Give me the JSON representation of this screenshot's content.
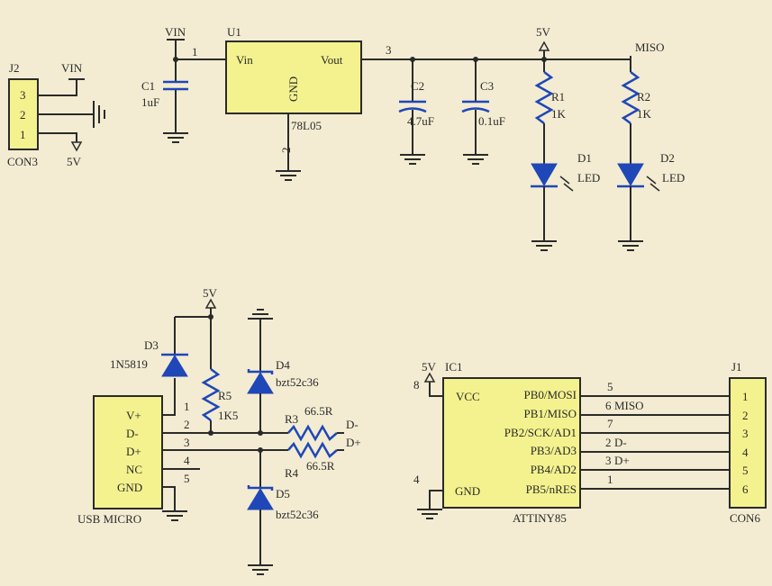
{
  "colors": {
    "background": "#f3ecd2",
    "wire": "#2a2a2a",
    "component": "#1f47b8",
    "ic_fill": "#f4f28e"
  },
  "labels": {
    "vin": "VIN",
    "five_v": "5V",
    "miso": "MISO",
    "d_minus": "D-",
    "d_plus": "D+"
  },
  "j2": {
    "ref": "J2",
    "name": "CON3",
    "pins": [
      "3",
      "2",
      "1"
    ]
  },
  "c1": {
    "ref": "C1",
    "value": "1uF"
  },
  "u1": {
    "ref": "U1",
    "part": "78L05",
    "vin_pin": "Vin",
    "vout_pin": "Vout",
    "gnd_pin": "GND",
    "pin_in": "1",
    "pin_out": "3",
    "pin_gnd": "2"
  },
  "c2": {
    "ref": "C2",
    "value": "4.7uF"
  },
  "c3": {
    "ref": "C3",
    "value": "0.1uF"
  },
  "r1": {
    "ref": "R1",
    "value": "1K"
  },
  "r2": {
    "ref": "R2",
    "value": "1K"
  },
  "d1": {
    "ref": "D1",
    "value": "LED"
  },
  "d2": {
    "ref": "D2",
    "value": "LED"
  },
  "d3": {
    "ref": "D3",
    "value": "1N5819"
  },
  "r5": {
    "ref": "R5",
    "value": "1K5"
  },
  "d4": {
    "ref": "D4",
    "value": "bzt52c36"
  },
  "d5": {
    "ref": "D5",
    "value": "bzt52c36"
  },
  "r3": {
    "ref": "R3",
    "value": "66.5R"
  },
  "r4": {
    "ref": "R4",
    "value": "66.5R"
  },
  "usb": {
    "name": "USB MICRO",
    "pins": [
      {
        "num": "1",
        "label": "V+"
      },
      {
        "num": "2",
        "label": "D-"
      },
      {
        "num": "3",
        "label": "D+"
      },
      {
        "num": "4",
        "label": "NC"
      },
      {
        "num": "5",
        "label": "GND"
      }
    ]
  },
  "ic1": {
    "ref": "IC1",
    "part": "ATTINY85",
    "vcc": "VCC",
    "gnd": "GND",
    "vcc_pin": "8",
    "gnd_pin": "4",
    "pins": [
      {
        "label": "PB0/MOSI",
        "num": "5",
        "net": ""
      },
      {
        "label": "PB1/MISO",
        "num": "6",
        "net": "MISO"
      },
      {
        "label": "PB2/SCK/AD1",
        "num": "7",
        "net": ""
      },
      {
        "label": "PB3/AD3",
        "num": "2",
        "net": "D-"
      },
      {
        "label": "PB4/AD2",
        "num": "3",
        "net": "D+"
      },
      {
        "label": "PB5/nRES",
        "num": "1",
        "net": ""
      }
    ]
  },
  "j1": {
    "ref": "J1",
    "name": "CON6",
    "pins": [
      "1",
      "2",
      "3",
      "4",
      "5",
      "6"
    ]
  }
}
